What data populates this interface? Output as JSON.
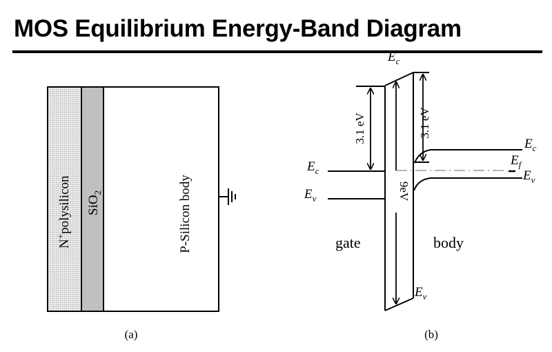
{
  "title": "MOS Equilibrium Energy-Band Diagram",
  "panel_a": {
    "caption": "(a)",
    "gate_label_sup": "+",
    "gate_label_prefix": "N",
    "gate_label_rest": "polysilicon",
    "oxide_label": "SiO",
    "oxide_sub": "2",
    "body_label": "P-Silicon body",
    "colors": {
      "poly": "#d9d9d9",
      "oxide": "#c0c0c0",
      "body": "#ffffff"
    }
  },
  "panel_b": {
    "caption": "(b)",
    "ec_top": {
      "E": "E",
      "sub": "c"
    },
    "ec_gate": {
      "E": "E",
      "sub": "c"
    },
    "ev_gate": {
      "E": "E",
      "sub": "v"
    },
    "ec_body": {
      "E": "E",
      "sub": "c"
    },
    "ef_body": {
      "E": "E",
      "sub": "f"
    },
    "ev_body": {
      "E": "E",
      "sub": "v"
    },
    "ev_bottom": {
      "E": "E",
      "sub": "v"
    },
    "barrier_left": "3.1 eV",
    "barrier_right": "3.1 eV",
    "oxide_gap": "9eV",
    "gate_label": "gate",
    "body_label": "body"
  }
}
